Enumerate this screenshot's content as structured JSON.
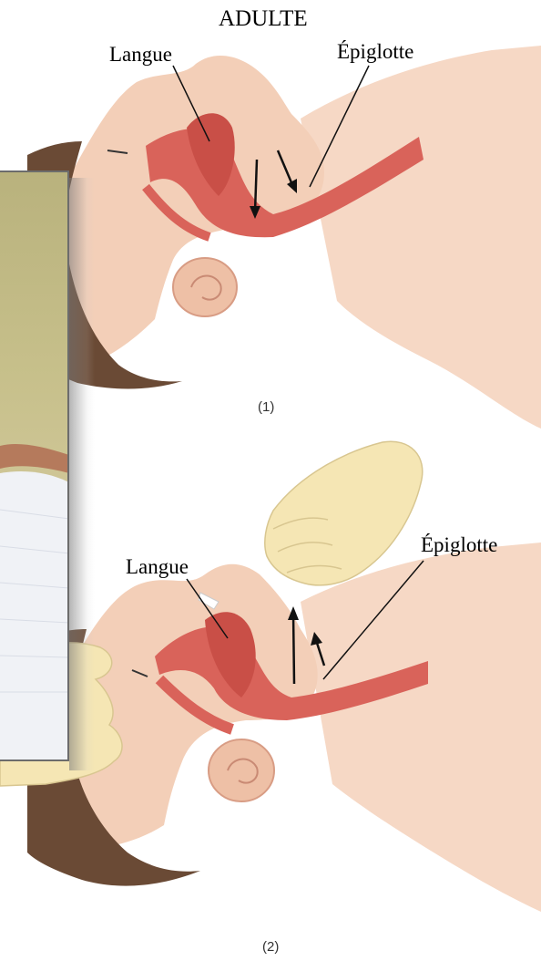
{
  "figure": {
    "title": "ADULTE",
    "panels": [
      {
        "label": "(1)",
        "tongue_label": "Langue",
        "epiglottis_label": "Épiglotte"
      },
      {
        "label": "(2)",
        "tongue_label": "Langue",
        "epiglottis_label": "Épiglotte"
      }
    ]
  },
  "colors": {
    "skin": "#f6d8c5",
    "skin_shadow": "#e9bfa7",
    "hair": "#6a4a35",
    "airway": "#d9635a",
    "glove": "#f5e6b4",
    "photo_frame": "#6c6c6c"
  },
  "icons": [
    "arrow-down-icon",
    "arrow-up-icon"
  ]
}
